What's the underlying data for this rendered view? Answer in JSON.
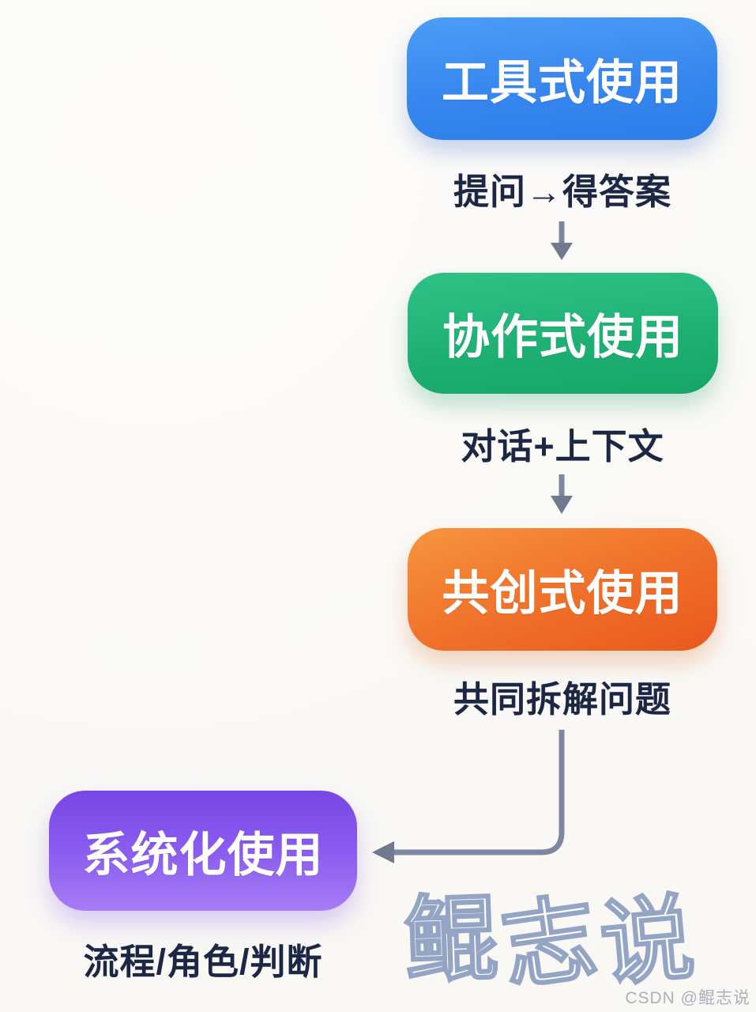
{
  "page": {
    "background_color": "#FBFAF7",
    "caption_text_color": "#1C2745",
    "arrow_color": "#7C87A0",
    "arrowhead_color": "#6F7A8E"
  },
  "flow": {
    "steps": [
      {
        "label": "工具式使用",
        "caption": "提问→得答案",
        "fill_top": "#4C9DF7",
        "fill_bottom": "#2C7DE9"
      },
      {
        "label": "协作式使用",
        "caption": "对话+上下文",
        "fill_top": "#2FC287",
        "fill_bottom": "#15A667"
      },
      {
        "label": "共创式使用",
        "caption": "共同拆解问题",
        "fill_top": "#F6953F",
        "fill_bottom": "#EA581D"
      },
      {
        "label": "系统化使用",
        "caption": "流程/角色/判断",
        "fill_top": "#7846E4",
        "fill_bottom": "#A77CF4"
      }
    ]
  },
  "watermark": {
    "logo_text": "鲲志说",
    "logo_outline_color": "#93A4C4",
    "credit": "CSDN @鲲志说",
    "credit_color": "#ABB0BA"
  }
}
